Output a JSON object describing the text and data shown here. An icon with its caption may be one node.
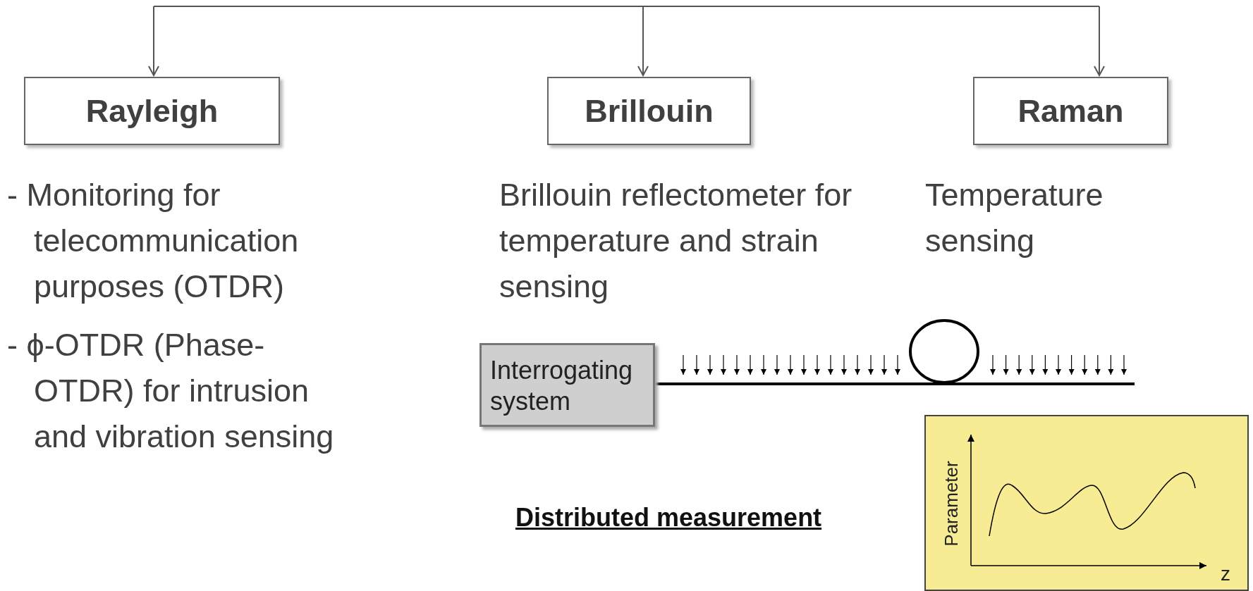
{
  "diagram": {
    "nodes": [
      {
        "text": [
          "Rayleigh"
        ],
        "beside": [
          "- Monitoring for telecommunication purposes (OTDR)",
          "- ϕ-OTDR (Phase-OTDR) for intrusion and vibration sensing"
        ]
      },
      {
        "text": [
          "Brillouin"
        ],
        "beside": [
          "Brillouin reflectometer for temperature and strain sensing"
        ]
      },
      {
        "text": [
          "Raman"
        ],
        "beside": [
          "Temperature sensing"
        ]
      },
      {
        "text": [
          "Interrogating system"
        ]
      },
      {
        "text": [
          "Parameter",
          "z"
        ]
      }
    ],
    "edges": [
      {
        "from": null,
        "to": 0,
        "arrow": "to"
      },
      {
        "from": null,
        "to": 1,
        "arrow": "to"
      },
      {
        "from": null,
        "to": 2,
        "arrow": "to"
      }
    ],
    "labels": [
      "Distributed measurement"
    ]
  }
}
